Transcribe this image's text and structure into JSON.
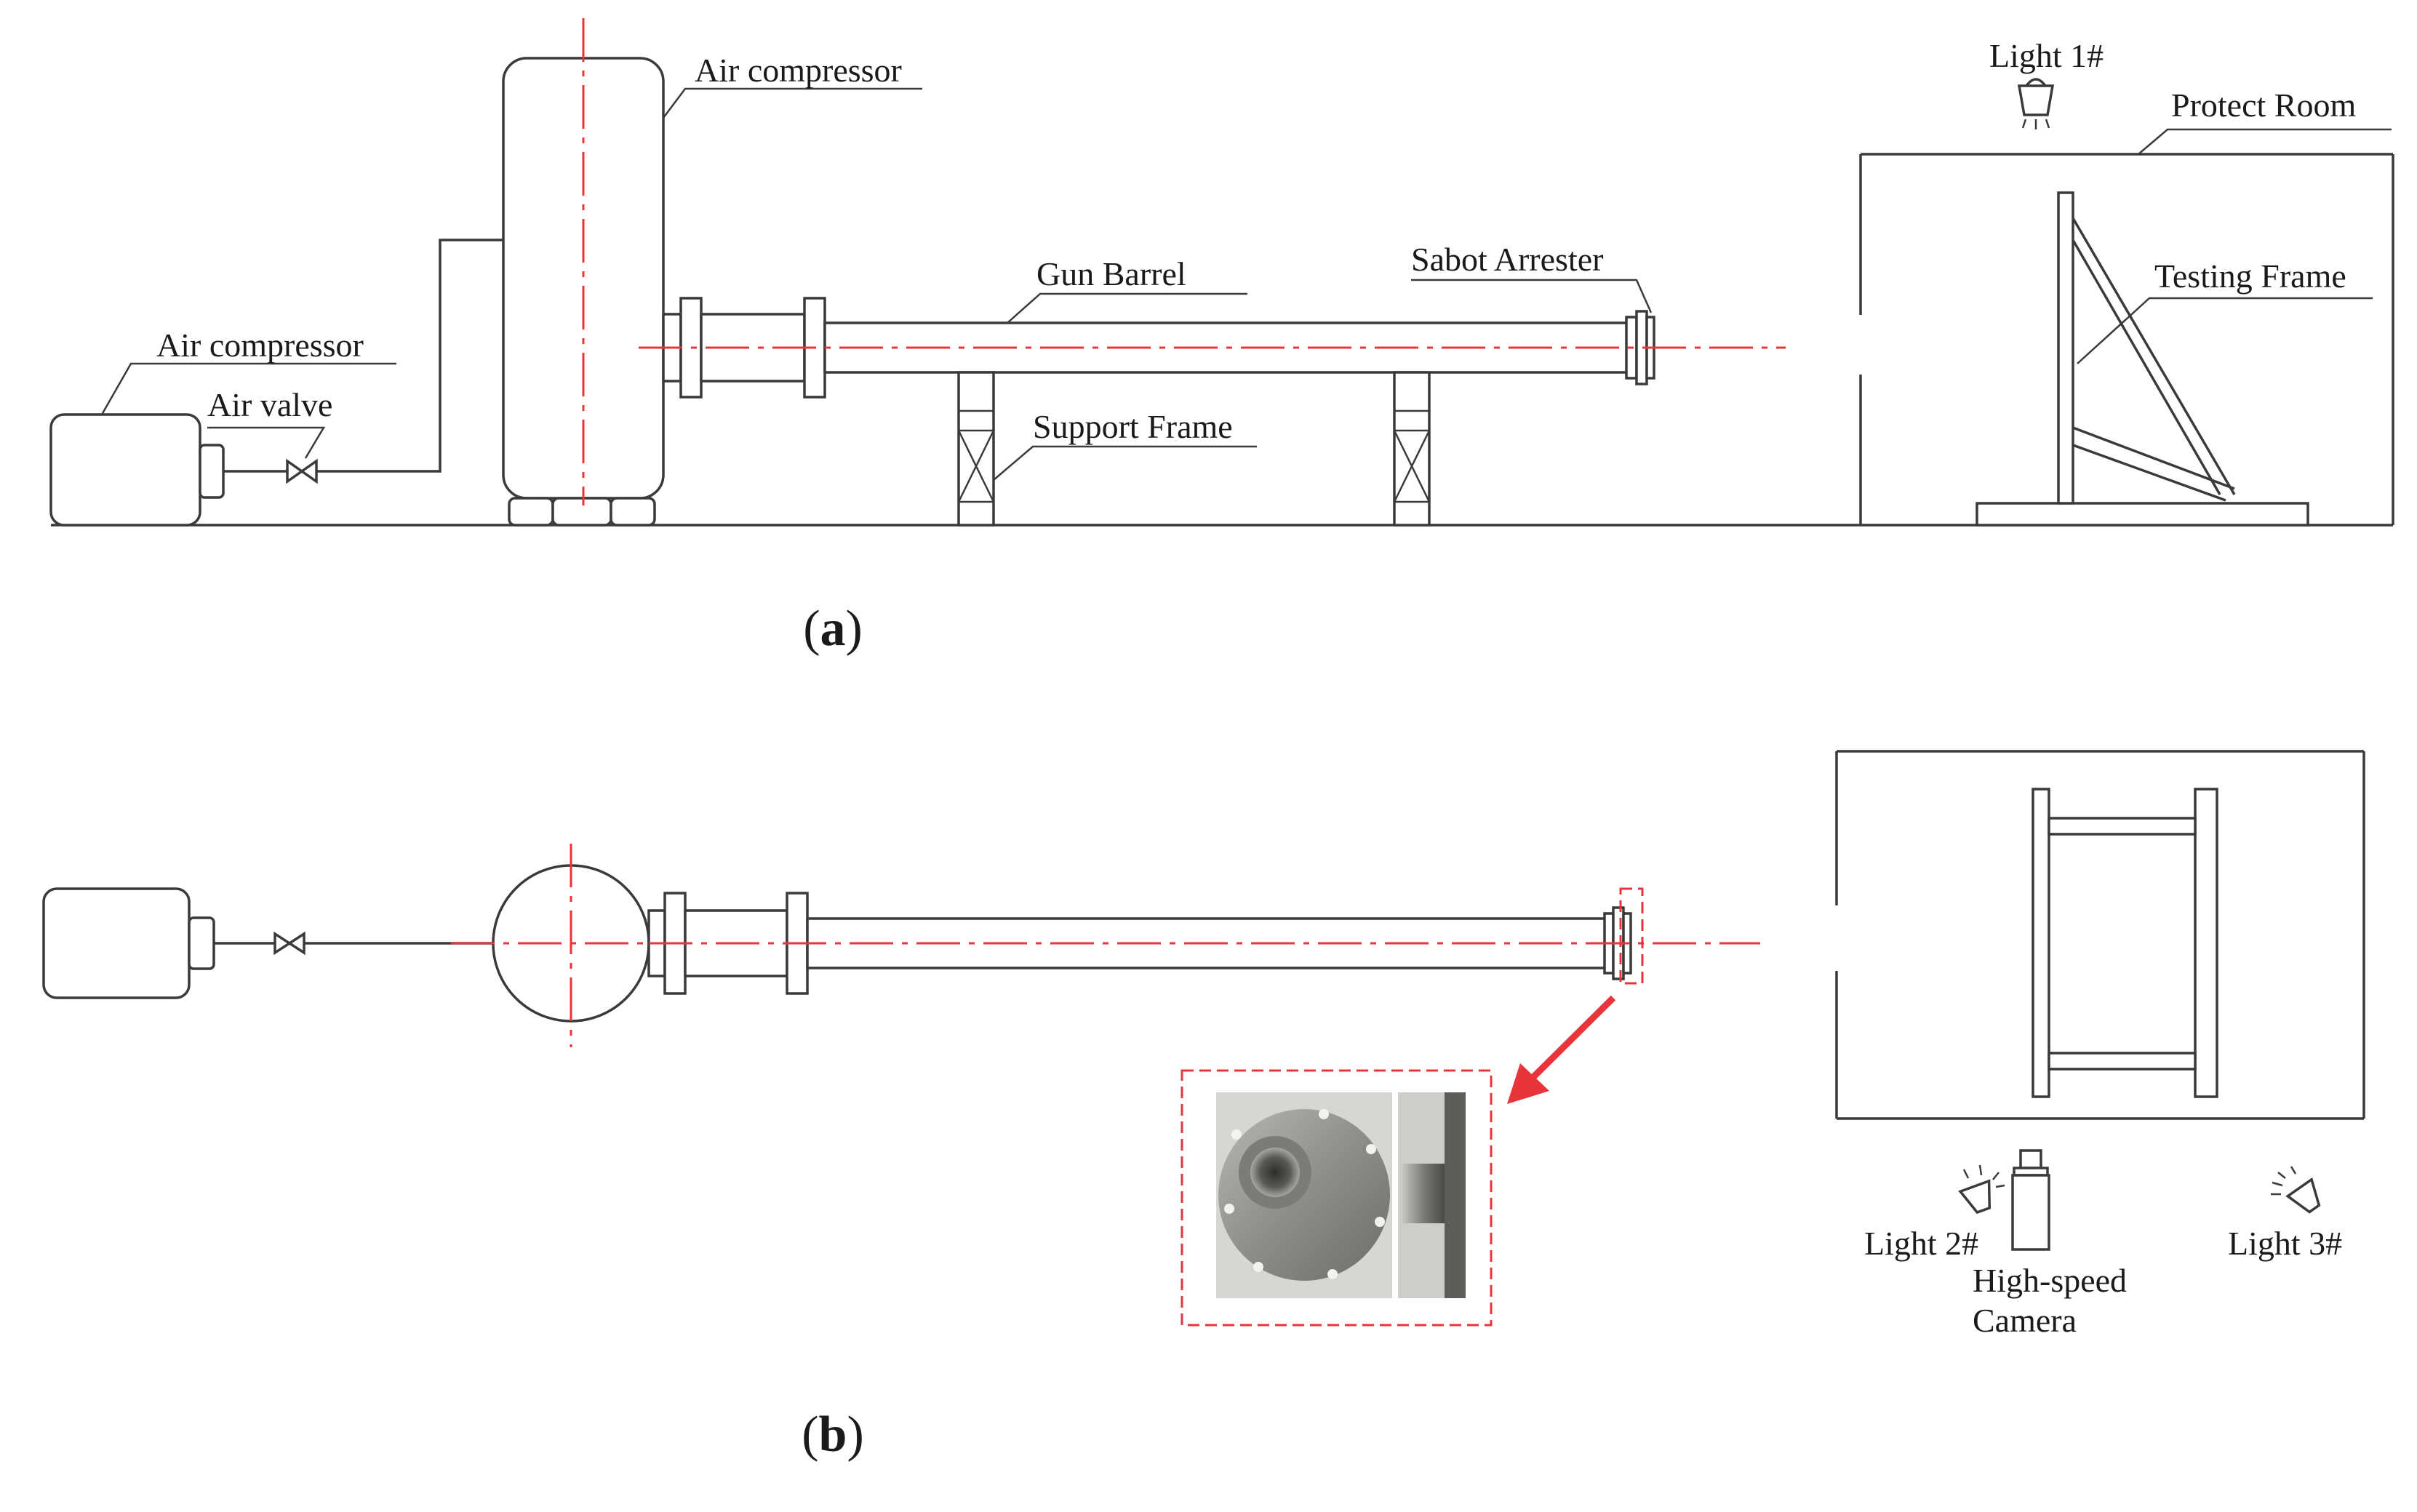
{
  "figure": {
    "panel_a": {
      "caption_letter": "a",
      "labels": {
        "air_compressor_tank": "Air compressor",
        "air_compressor_unit": "Air compressor",
        "air_valve": "Air valve",
        "gun_barrel": "Gun Barrel",
        "support_frame": "Support Frame",
        "sabot_arrester": "Sabot Arrester",
        "light_1": "Light 1#",
        "protect_room": "Protect Room",
        "testing_frame": "Testing Frame"
      }
    },
    "panel_b": {
      "caption_letter": "b",
      "labels": {
        "light_2": "Light 2#",
        "light_3": "Light 3#",
        "camera_line1": "High-speed",
        "camera_line2": "Camera"
      }
    }
  },
  "colors": {
    "line": "#3a3a3a",
    "centerline": "#e8343a",
    "highlight": "#e8343a",
    "steel": "#8a8883"
  },
  "icons": [
    "lamp-icon",
    "camera-icon",
    "valve-icon",
    "arrow-icon"
  ]
}
